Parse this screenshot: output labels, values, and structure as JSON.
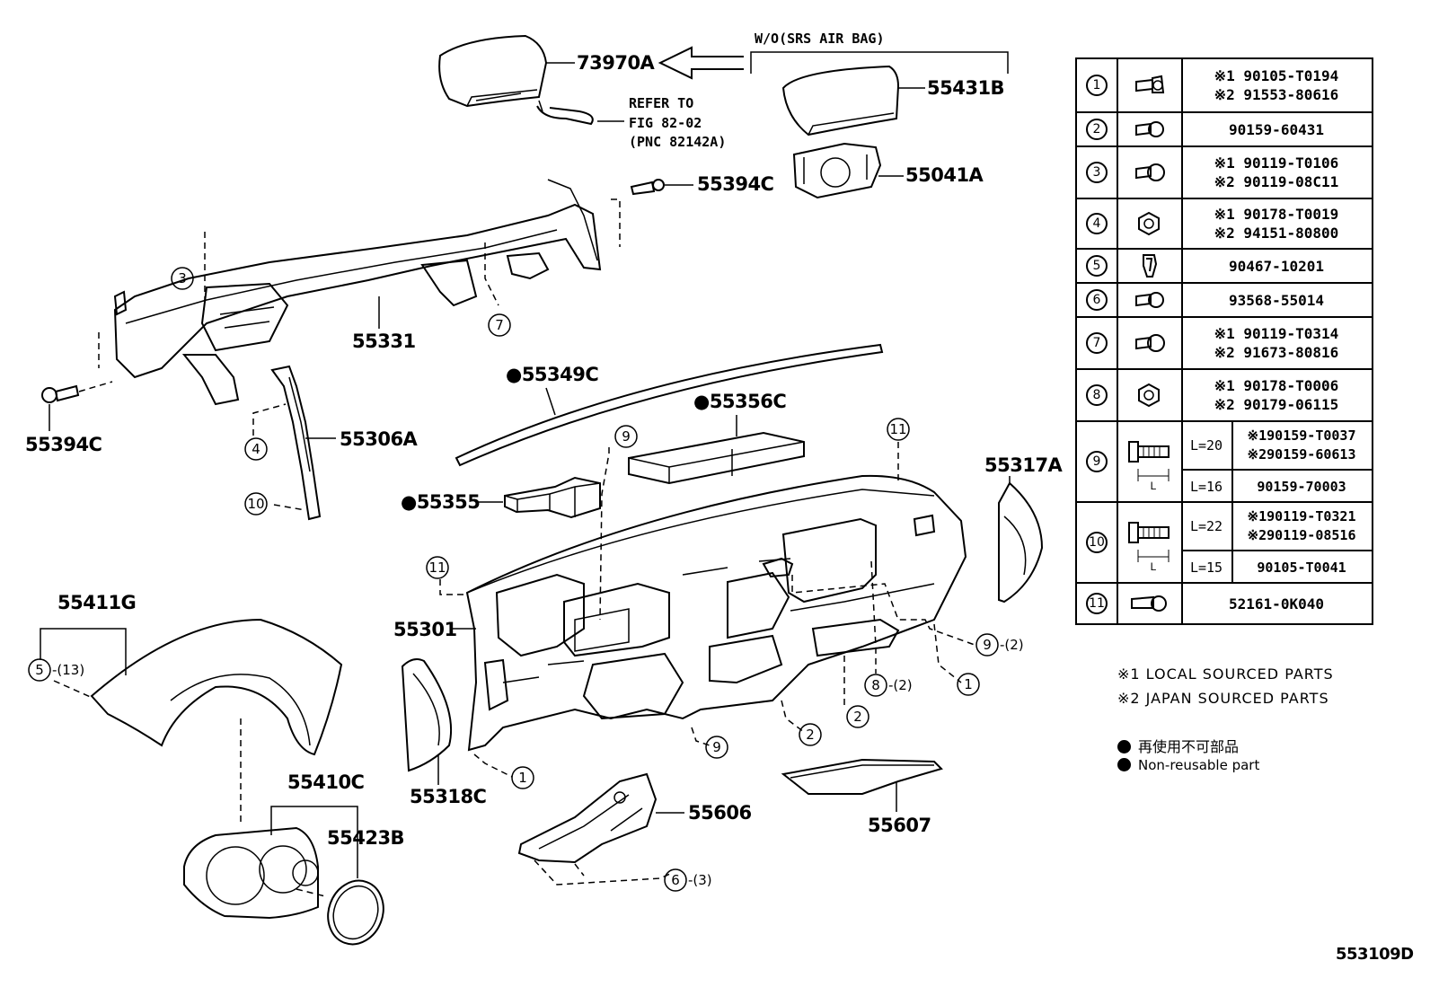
{
  "header": {
    "wo_label": "W/O(SRS  AIR BAG)",
    "refer_line1": "REFER TO",
    "refer_line2": "FIG 82-02",
    "refer_line3": "(PNC 82142A)"
  },
  "parts": {
    "p73970A": "73970A",
    "p55431B": "55431B",
    "p55041A": "55041A",
    "p55394C_top": "55394C",
    "p55394C_left": "55394C",
    "p55331": "55331",
    "p55306A": "55306A",
    "p55349C": "●55349C",
    "p55356C": "●55356C",
    "p55355": "●55355",
    "p55317A": "55317A",
    "p55411G": "55411G",
    "p55301": "55301",
    "p55318C": "55318C",
    "p55410C": "55410C",
    "p55423B": "55423B",
    "p55606": "55606",
    "p55607": "55607"
  },
  "callouts": {
    "c3": "3",
    "c7": "7",
    "c4": "4",
    "c10": "10",
    "c9_top": "9",
    "c11_top": "11",
    "c11_left": "11",
    "c5": "5",
    "c5_qty": "-(13)",
    "c9_right": "9",
    "c9_right_qty": "-(2)",
    "c8": "8",
    "c8_qty": "-(2)",
    "c1_right": "1",
    "c2_a": "2",
    "c2_b": "2",
    "c9_bottom": "9",
    "c1_bottom": "1",
    "c6": "6",
    "c6_qty": "-(3)"
  },
  "fastener_table": {
    "rows": [
      {
        "num": "1",
        "icon": "bolt-icon",
        "lines": [
          "※1  90105-T0194",
          "※2  91553-80616"
        ]
      },
      {
        "num": "2",
        "icon": "bolt-icon",
        "lines": [
          "90159-60431"
        ]
      },
      {
        "num": "3",
        "icon": "bolt-icon",
        "lines": [
          "※1  90119-T0106",
          "※2  90119-08C11"
        ]
      },
      {
        "num": "4",
        "icon": "nut-icon",
        "lines": [
          "※1  90178-T0019",
          "※2  94151-80800"
        ]
      },
      {
        "num": "5",
        "icon": "clip-icon",
        "lines": [
          "90467-10201"
        ]
      },
      {
        "num": "6",
        "icon": "screw-icon",
        "lines": [
          "93568-55014"
        ]
      },
      {
        "num": "7",
        "icon": "bolt-icon",
        "lines": [
          "※1  90119-T0314",
          "※2  91673-80816"
        ]
      },
      {
        "num": "8",
        "icon": "nut-icon",
        "lines": [
          "※1  90178-T0006",
          "※2  90179-06115"
        ]
      },
      {
        "num": "9",
        "icon": "flange-bolt-icon",
        "sub": [
          {
            "len": "L=20",
            "lines": [
              "※190159-T0037",
              "※290159-60613"
            ]
          },
          {
            "len": "L=16",
            "lines": [
              "90159-70003"
            ]
          }
        ],
        "dim": "L"
      },
      {
        "num": "10",
        "icon": "flange-bolt-icon",
        "sub": [
          {
            "len": "L=22",
            "lines": [
              "※190119-T0321",
              "※290119-08516"
            ]
          },
          {
            "len": "L=15",
            "lines": [
              "90105-T0041"
            ]
          }
        ],
        "dim": "L"
      },
      {
        "num": "11",
        "icon": "push-clip-icon",
        "lines": [
          "52161-0K040"
        ]
      }
    ]
  },
  "legend": {
    "note1": "※1 LOCAL SOURCED PARTS",
    "note2": "※2 JAPAN SOURCED PARTS",
    "nonreuse_jp": "再使用不可部品",
    "nonreuse_en": "Non-reusable part"
  },
  "figure_id": "553109D"
}
